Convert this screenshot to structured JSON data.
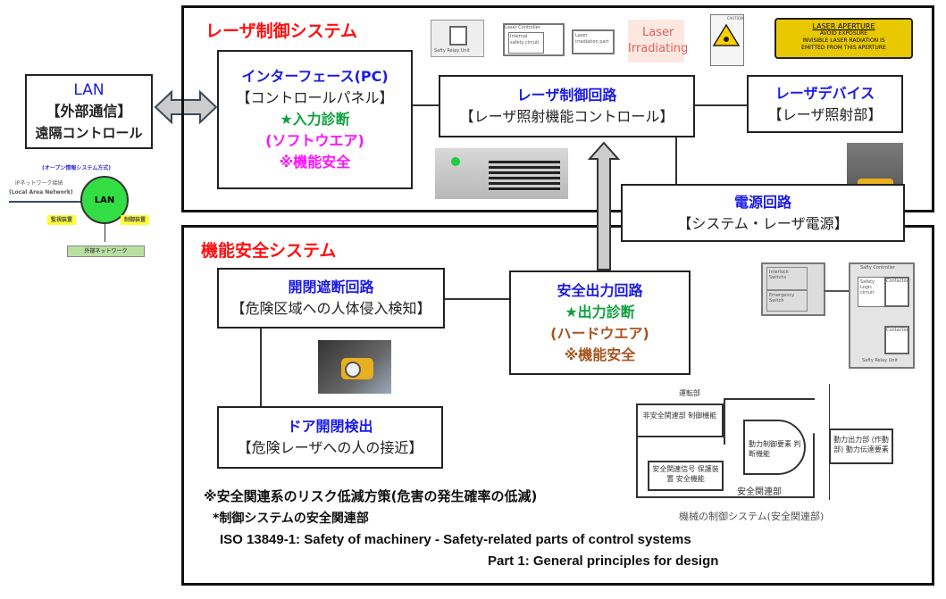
{
  "colors": {
    "title": "#ff1010",
    "heading": "#1a1ae8",
    "green": "#10a040",
    "magenta": "#ff10ff",
    "brown": "#a85520"
  },
  "lan": {
    "title": "LAN",
    "line1": "【外部通信】",
    "line2": "遠隔コントロール"
  },
  "lan_diagram": {
    "caption": "(オープン情報システム方式)",
    "ip_label": "IPネットワーク接続",
    "lan_label": "(Local Area Network)",
    "center": "LAN",
    "left_tag": "監視装置",
    "right_tag": "制御装置",
    "bottom": "外部ネットワーク"
  },
  "laser_system": {
    "title": "レーザ制御システム",
    "interface": {
      "heading": "インターフェース(PC)",
      "sub": "【コントロールパネル】",
      "diag": "★入力診断",
      "type": "(ソフトウエア)",
      "safety": "※機能安全"
    },
    "control": {
      "heading": "レーザ制御回路",
      "sub": "【レーザ照射機能コントロール】"
    },
    "device": {
      "heading": "レーザデバイス",
      "sub": "【レーザ照射部】"
    },
    "power": {
      "heading": "電源回路",
      "sub": "【システム・レーザ電源】"
    },
    "thumbs": {
      "relay_unit": "Safty Relay Unit",
      "controller": "Laser Controller",
      "internal": "Internal safety circuit",
      "irradiation": "Laser irradiation part",
      "irradiating_sign": "Laser Irradiating",
      "caution": "CAUTION",
      "aperture_title": "LASER APERTURE",
      "aperture_l1": "AVOID EXPOSURE",
      "aperture_l2": "INVISIBLE LASER RADIATION IS",
      "aperture_l3": "EMITTED FROM THIS APERTURE"
    }
  },
  "safety_system": {
    "title": "機能安全システム",
    "cutoff": {
      "heading": "開閉遮断回路",
      "sub": "【危険区域への人体侵入検知】"
    },
    "output": {
      "heading": "安全出力回路",
      "diag": "★出力診断",
      "type": "(ハードウエア)",
      "safety": "※機能安全"
    },
    "door": {
      "heading": "ドア開閉検出",
      "sub": "【危険レーザへの人の接近】"
    },
    "controller_diagram": {
      "interlock": "Interlock Switchs",
      "emergency": "Emergency Switch",
      "controller": "Safty Controller",
      "logic": "Safety Logic circuit",
      "contactor": "Contactor",
      "relay": "Safty Relay Unit"
    },
    "machine_diagram": {
      "operating": "運転部",
      "non_safety": "非安全関連部 制御機能",
      "gate": "動力制御要素 判断機能",
      "safety_signal": "安全関連信号 保護装置 安全機能",
      "power_out": "動力出力部 (作動部) 動力伝達要素",
      "safety_part": "安全関連部",
      "caption": "機械の制御システム(安全関連部)"
    },
    "notes": [
      "※安全関連系のリスク低減方策(危害の発生確率の低減)",
      "*制御システムの安全関連部",
      "ISO 13849-1: Safety of machinery - Safety-related parts of control systems",
      "Part 1: General principles for design"
    ]
  }
}
